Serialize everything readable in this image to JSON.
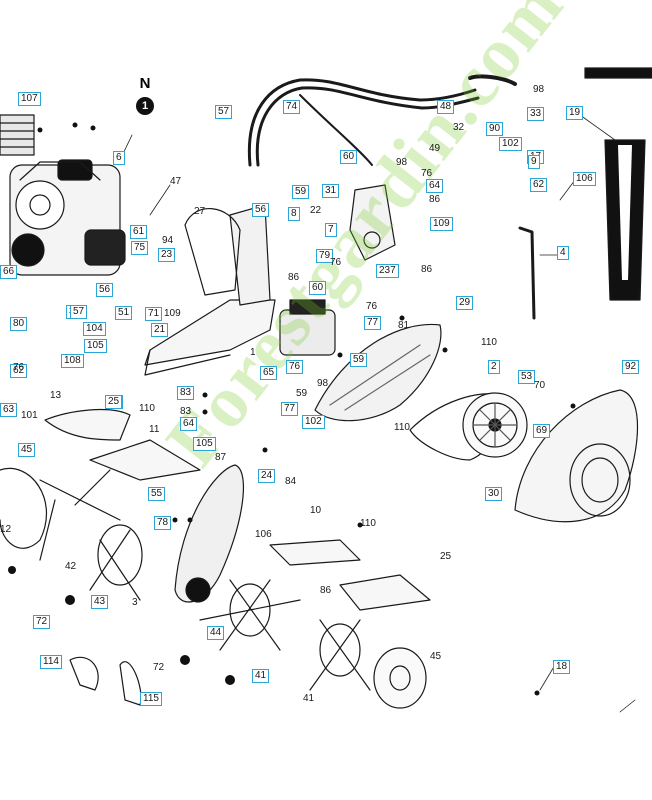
{
  "badge": {
    "letter": "N",
    "number": "1"
  },
  "watermark": "Forestgardin.com",
  "labels": [
    {
      "text": "107",
      "boxed": true
    },
    {
      "text": "6",
      "boxed": true
    },
    {
      "text": "57",
      "boxed": true
    },
    {
      "text": "74",
      "boxed": true
    },
    {
      "text": "48",
      "boxed": true
    },
    {
      "text": "98",
      "boxed": false
    },
    {
      "text": "33",
      "boxed": true
    },
    {
      "text": "19",
      "boxed": true
    },
    {
      "text": "32",
      "boxed": false
    },
    {
      "text": "90",
      "boxed": true
    },
    {
      "text": "102",
      "boxed": true
    },
    {
      "text": "17",
      "boxed": true
    },
    {
      "text": "47",
      "boxed": false
    },
    {
      "text": "59",
      "boxed": true
    },
    {
      "text": "60",
      "boxed": true
    },
    {
      "text": "31",
      "boxed": true
    },
    {
      "text": "98",
      "boxed": false
    },
    {
      "text": "49",
      "boxed": false
    },
    {
      "text": "76",
      "boxed": false
    },
    {
      "text": "64",
      "boxed": true
    },
    {
      "text": "86",
      "boxed": false
    },
    {
      "text": "57",
      "boxed": true
    },
    {
      "text": "109",
      "boxed": true
    },
    {
      "text": "7",
      "boxed": true
    },
    {
      "text": "22",
      "boxed": false
    },
    {
      "text": "8",
      "boxed": true
    },
    {
      "text": "27",
      "boxed": false
    },
    {
      "text": "56",
      "boxed": true
    },
    {
      "text": "61",
      "boxed": true
    },
    {
      "text": "75",
      "boxed": true
    },
    {
      "text": "94",
      "boxed": false
    },
    {
      "text": "23",
      "boxed": true
    },
    {
      "text": "56",
      "boxed": true
    },
    {
      "text": "51",
      "boxed": true
    },
    {
      "text": "71",
      "boxed": true
    },
    {
      "text": "109",
      "boxed": false
    },
    {
      "text": "21",
      "boxed": true
    },
    {
      "text": "86",
      "boxed": false
    },
    {
      "text": "60",
      "boxed": true
    },
    {
      "text": "79",
      "boxed": true
    },
    {
      "text": "76",
      "boxed": false
    },
    {
      "text": "237",
      "boxed": true
    },
    {
      "text": "86",
      "boxed": false
    },
    {
      "text": "29",
      "boxed": true
    },
    {
      "text": "76",
      "boxed": false
    },
    {
      "text": "77",
      "boxed": true
    },
    {
      "text": "81",
      "boxed": false
    },
    {
      "text": "110",
      "boxed": false
    },
    {
      "text": "1",
      "boxed": false
    },
    {
      "text": "76",
      "boxed": true
    },
    {
      "text": "98",
      "boxed": false
    },
    {
      "text": "59",
      "boxed": false
    },
    {
      "text": "59",
      "boxed": true
    },
    {
      "text": "30",
      "boxed": true
    },
    {
      "text": "104",
      "boxed": true
    },
    {
      "text": "105",
      "boxed": true
    },
    {
      "text": "108",
      "boxed": true
    },
    {
      "text": "13",
      "boxed": false
    },
    {
      "text": "101",
      "boxed": false
    },
    {
      "text": "62",
      "boxed": true
    },
    {
      "text": "63",
      "boxed": true
    },
    {
      "text": "45",
      "boxed": true
    },
    {
      "text": "25",
      "boxed": true
    },
    {
      "text": "110",
      "boxed": false
    },
    {
      "text": "11",
      "boxed": false
    },
    {
      "text": "65",
      "boxed": true
    },
    {
      "text": "83",
      "boxed": true
    },
    {
      "text": "83",
      "boxed": false
    },
    {
      "text": "64",
      "boxed": true
    },
    {
      "text": "105",
      "boxed": true
    },
    {
      "text": "87",
      "boxed": false
    },
    {
      "text": "77",
      "boxed": true
    },
    {
      "text": "102",
      "boxed": true
    },
    {
      "text": "2",
      "boxed": true
    },
    {
      "text": "53",
      "boxed": true
    },
    {
      "text": "70",
      "boxed": false
    },
    {
      "text": "92",
      "boxed": true
    },
    {
      "text": "110",
      "boxed": false
    },
    {
      "text": "69",
      "boxed": true
    },
    {
      "text": "24",
      "boxed": true
    },
    {
      "text": "84",
      "boxed": false
    },
    {
      "text": "30",
      "boxed": true
    },
    {
      "text": "55",
      "boxed": true
    },
    {
      "text": "78",
      "boxed": true
    },
    {
      "text": "42",
      "boxed": false
    },
    {
      "text": "10",
      "boxed": false
    },
    {
      "text": "110",
      "boxed": false
    },
    {
      "text": "106",
      "boxed": false
    },
    {
      "text": "25",
      "boxed": false
    },
    {
      "text": "86",
      "boxed": false
    },
    {
      "text": "43",
      "boxed": true
    },
    {
      "text": "3",
      "boxed": false
    },
    {
      "text": "72",
      "boxed": true
    },
    {
      "text": "44",
      "boxed": true
    },
    {
      "text": "114",
      "boxed": true
    },
    {
      "text": "72",
      "boxed": false
    },
    {
      "text": "45",
      "boxed": false
    },
    {
      "text": "41",
      "boxed": true
    },
    {
      "text": "115",
      "boxed": true
    },
    {
      "text": "41",
      "boxed": false
    },
    {
      "text": "18",
      "boxed": true
    },
    {
      "text": "12",
      "boxed": false
    },
    {
      "text": "25",
      "boxed": true
    },
    {
      "text": "4",
      "boxed": true
    },
    {
      "text": "9",
      "boxed": true
    },
    {
      "text": "106",
      "boxed": true
    },
    {
      "text": "66",
      "boxed": true
    },
    {
      "text": "80",
      "boxed": true
    },
    {
      "text": "57",
      "boxed": true
    },
    {
      "text": "62",
      "boxed": true
    },
    {
      "text": "76",
      "boxed": false
    }
  ]
}
